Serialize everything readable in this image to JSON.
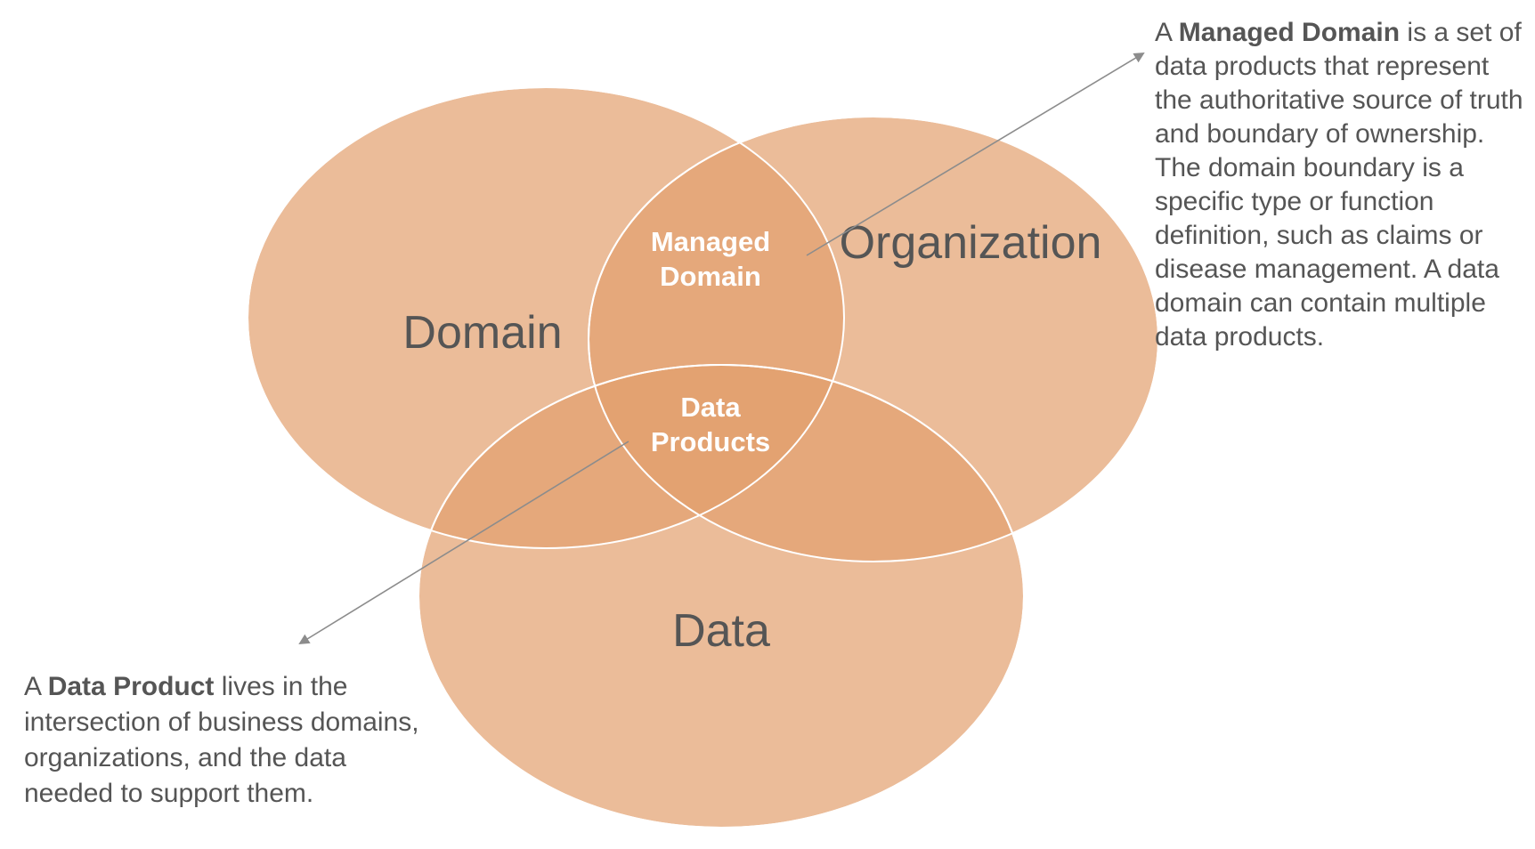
{
  "diagram": {
    "circles": [
      {
        "id": "domain",
        "label": "Domain",
        "color": "#E3A06E"
      },
      {
        "id": "organization",
        "label": "Organization",
        "color": "#E3A06E"
      },
      {
        "id": "data",
        "label": "Data",
        "color": "#E3A06E"
      }
    ],
    "intersections": {
      "managed_domain": [
        "Managed",
        "Domain"
      ],
      "data_products": [
        "Data",
        "Products"
      ]
    },
    "outline_color": "#FFFFFF",
    "arrow_color": "#8C8C8C"
  },
  "callouts": {
    "managed_domain": {
      "prefix": "A ",
      "term": "Managed Domain",
      "body": " is a set of data products that represent the authoritative source of truth and boundary of ownership. The domain boundary is a specific type or function definition, such as claims or disease management. A data domain can contain multiple data products."
    },
    "data_product": {
      "prefix": "A ",
      "term": "Data Product",
      "body": " lives in the intersection of business domains, organizations, and the data needed to support them."
    }
  }
}
